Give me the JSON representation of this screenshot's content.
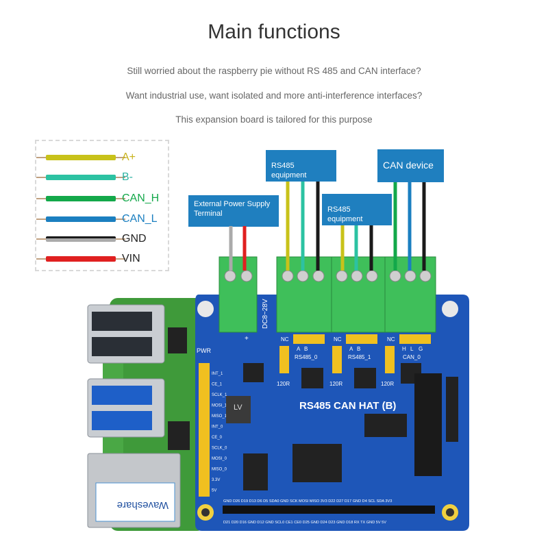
{
  "header": {
    "title": "Main functions",
    "line1": "Still worried about the raspberry pie without RS 485 and CAN interface?",
    "line2": "Want industrial use, want isolated and more anti-interference interfaces?",
    "line3": "This expansion board is tailored for this purpose"
  },
  "legend": [
    {
      "label": "A+",
      "color": "#c8c21a",
      "text_color": "#c8b21a"
    },
    {
      "label": "B-",
      "color": "#2cc2a2",
      "text_color": "#2cb2a2"
    },
    {
      "label": "CAN_H",
      "color": "#13a84a",
      "text_color": "#13a84a"
    },
    {
      "label": "CAN_L",
      "color": "#1b7fc0",
      "text_color": "#1b7fc0"
    },
    {
      "label": "GND",
      "color": "#1a1a1a",
      "text_color": "#222222"
    },
    {
      "label": "VIN",
      "color": "#e02020",
      "text_color": "#222222"
    }
  ],
  "callouts": {
    "power": "External Power Supply Terminal",
    "rs485_a": "RS485 equipment",
    "rs485_b": "RS485 equipment",
    "can": "CAN device"
  },
  "board": {
    "name": "RS485 CAN HAT (B)",
    "voltage": "DC8~28V",
    "pwr": "PWR",
    "brand": "Waveshare",
    "plus": "+",
    "nc": "NC",
    "r120": "120R",
    "rs485_0": "RS485_0",
    "rs485_1": "RS485_1",
    "can_0": "CAN_0",
    "jumper_a": "A",
    "jumper_b": "B",
    "jumper_h": "H",
    "jumper_l": "L",
    "jumper_g": "G",
    "lv": "LV",
    "side_pins": [
      "INT_1",
      "CE_1",
      "SCLK_1",
      "MOSI_1",
      "MISO_1",
      "INT_0",
      "CE_0",
      "SCLK_0",
      "MOSI_0",
      "MISO_0",
      "3.3V",
      "5V"
    ],
    "bottom_row1": "GND D26 D19 D13 D6 D5 SDA0 GND SCK MOSI MISO 3V3 D22 D27 D17 GND D4 SCL SDA 3V3",
    "bottom_row2": "D21 D20 D16 GND D12 GND SCL0 CE1 CE0 D25 GND D24 D23 GND D18 RX TX GND 5V 5V"
  },
  "colors": {
    "board_blue": "#1e56b8",
    "pi_green": "#3f9a3a",
    "terminal_green": "#3fbf5a",
    "callout_blue": "#1f7fbf"
  }
}
